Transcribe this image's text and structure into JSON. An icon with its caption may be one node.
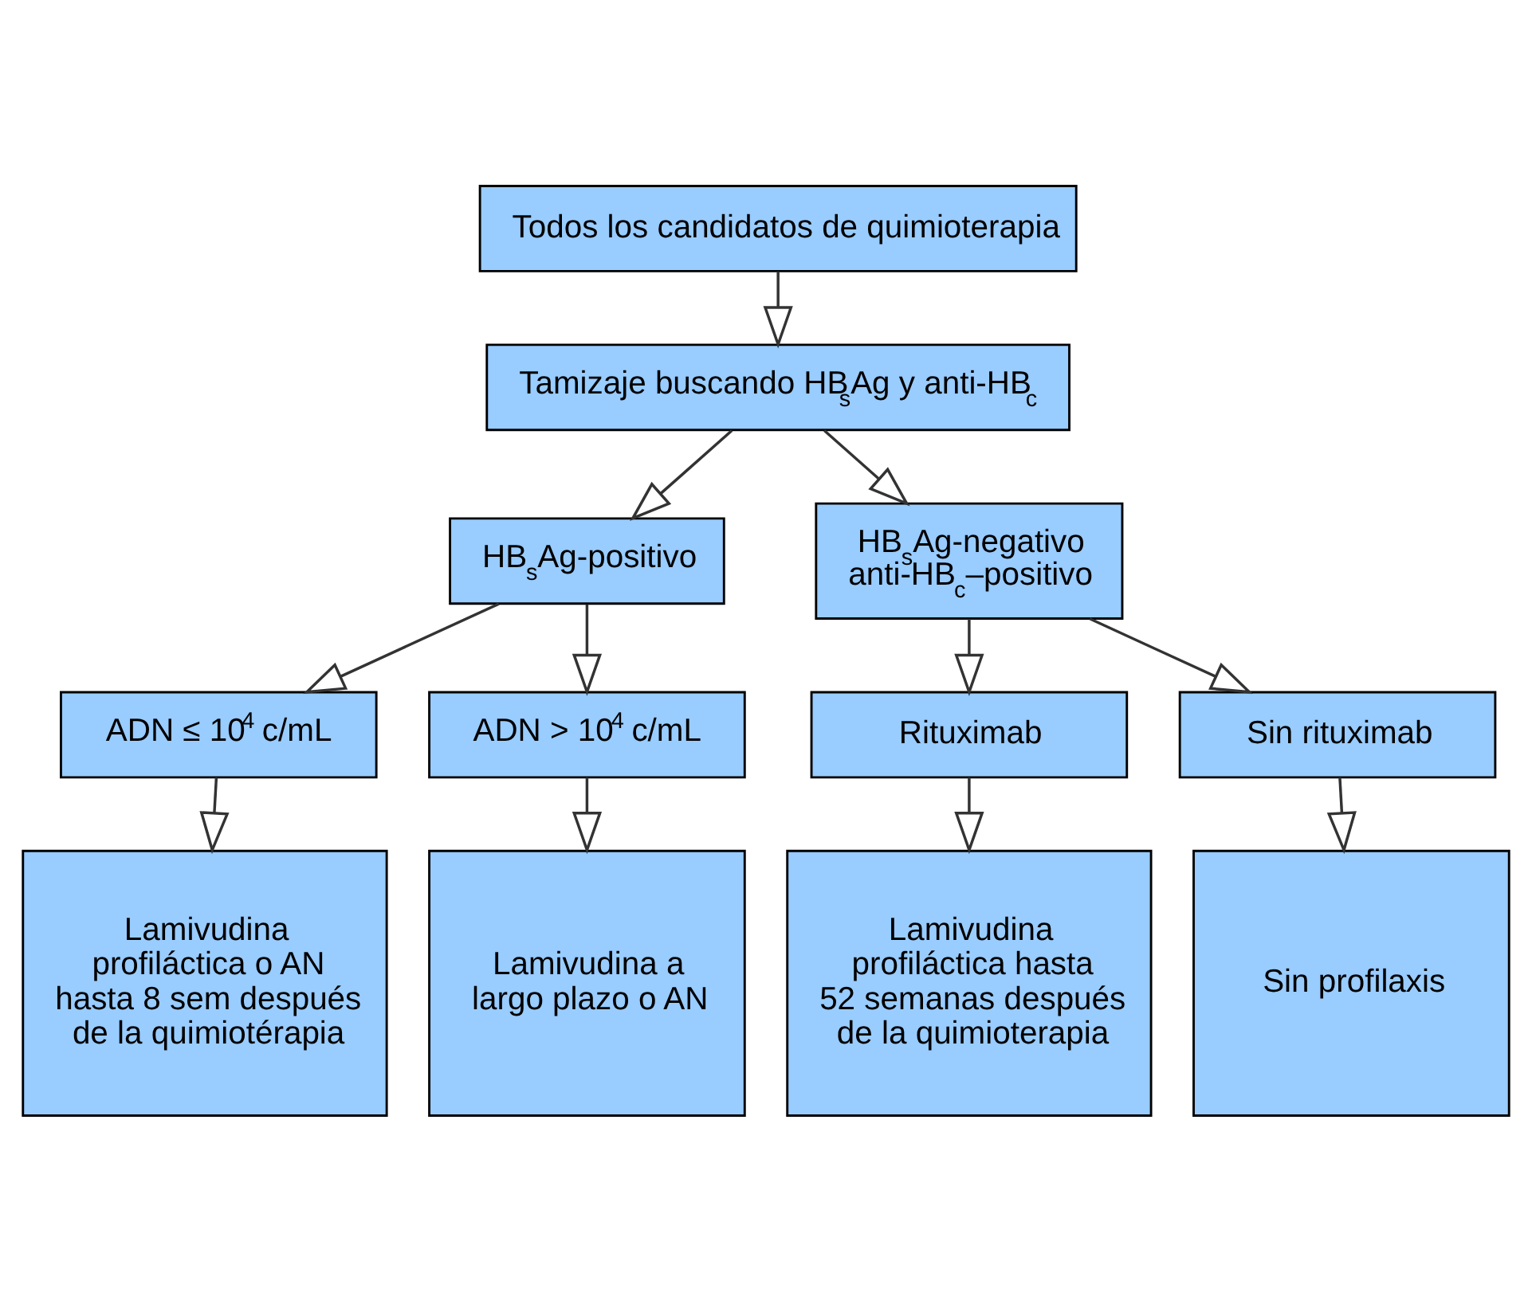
{
  "diagram": {
    "nodes": [
      {
        "text": [
          "Todos los candidatos de quimioterapia"
        ]
      },
      {
        "text": [
          "Tamizaje buscando HB$_{s}$Ag y anti-HB$_{c}$"
        ]
      },
      {
        "text": [
          "HB$_{s}$Ag-positivo"
        ]
      },
      {
        "text": [
          "HB$_{s}$Ag-negativo anti-HB$_{c}$–positivo"
        ]
      },
      {
        "text": [
          "ADN ≤ 10$^{4}$ c/mL"
        ]
      },
      {
        "text": [
          "ADN > 10$^{4}$ c/mL"
        ]
      },
      {
        "text": [
          "Rituximab"
        ]
      },
      {
        "text": [
          "Sin rituximab"
        ]
      },
      {
        "text": [
          "Lamivudina profiláctica o AN hasta 8 sem después de la quimiotérapia"
        ]
      },
      {
        "text": [
          "Lamivudina a largo plazo o AN"
        ]
      },
      {
        "text": [
          "Lamivudina profiláctica hasta 52 semanas después de la quimioterapia"
        ]
      },
      {
        "text": [
          "Sin profilaxis"
        ]
      }
    ],
    "edges": [
      {
        "from": 0,
        "to": 1,
        "arrow": "to"
      },
      {
        "from": 1,
        "to": 2,
        "arrow": "to"
      },
      {
        "from": 1,
        "to": 3,
        "arrow": "to"
      },
      {
        "from": 2,
        "to": 4,
        "arrow": "to"
      },
      {
        "from": 2,
        "to": 5,
        "arrow": "to"
      },
      {
        "from": 3,
        "to": 6,
        "arrow": "to"
      },
      {
        "from": 3,
        "to": 7,
        "arrow": "to"
      },
      {
        "from": 4,
        "to": 8,
        "arrow": "to"
      },
      {
        "from": 5,
        "to": 9,
        "arrow": "to"
      },
      {
        "from": 6,
        "to": 10,
        "arrow": "to"
      },
      {
        "from": 7,
        "to": 11,
        "arrow": "to"
      }
    ]
  }
}
